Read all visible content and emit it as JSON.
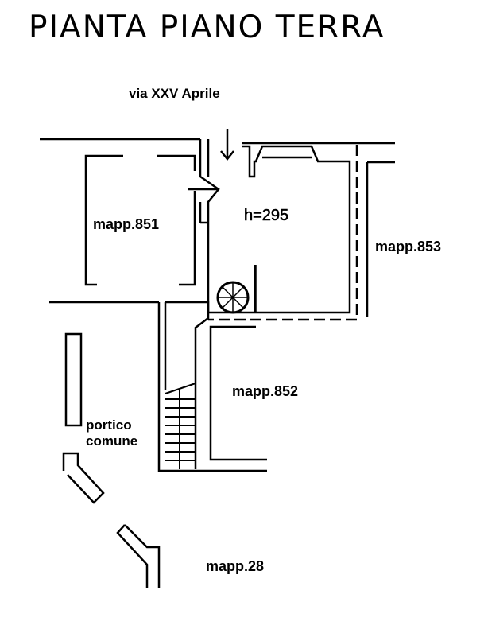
{
  "title": "PIANTA PIANO TERRA",
  "labels": {
    "street": "via XXV Aprile",
    "mapp851": "mapp.851",
    "height": "h=295",
    "mapp853": "mapp.853",
    "mapp852": "mapp.852",
    "portico_line1": "portico",
    "portico_line2": "comune",
    "mapp28": "mapp.28"
  }
}
